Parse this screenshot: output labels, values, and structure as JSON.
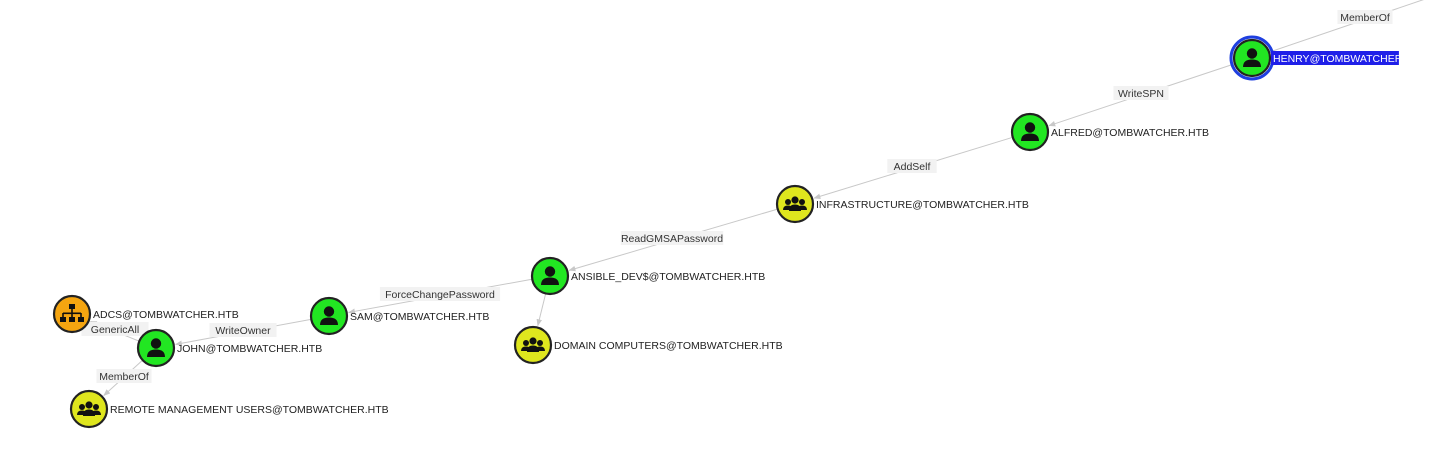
{
  "colors": {
    "user": "#22e622",
    "group": "#dfe61e",
    "ca": "#f5a510",
    "selected_ring": "#1f3fe0",
    "selected_label_bg": "#1f1fe8",
    "edge": "#c8c8c8"
  },
  "nodes": [
    {
      "id": "henry",
      "label": "HENRY@TOMBWATCHER.HTB",
      "kind": "user",
      "icon": "user-icon",
      "selected": true
    },
    {
      "id": "alfred",
      "label": "ALFRED@TOMBWATCHER.HTB",
      "kind": "user",
      "icon": "user-icon"
    },
    {
      "id": "infra",
      "label": "INFRASTRUCTURE@TOMBWATCHER.HTB",
      "kind": "group",
      "icon": "group-icon"
    },
    {
      "id": "ansible",
      "label": "ANSIBLE_DEV$@TOMBWATCHER.HTB",
      "kind": "user",
      "icon": "user-icon"
    },
    {
      "id": "domcomp",
      "label": "DOMAIN COMPUTERS@TOMBWATCHER.HTB",
      "kind": "group",
      "icon": "group-icon"
    },
    {
      "id": "sam",
      "label": "SAM@TOMBWATCHER.HTB",
      "kind": "user",
      "icon": "user-icon"
    },
    {
      "id": "john",
      "label": "JOHN@TOMBWATCHER.HTB",
      "kind": "user",
      "icon": "user-icon"
    },
    {
      "id": "adcs",
      "label": "ADCS@TOMBWATCHER.HTB",
      "kind": "ca",
      "icon": "org-chart-icon"
    },
    {
      "id": "remote",
      "label": "REMOTE MANAGEMENT USERS@TOMBWATCHER.HTB",
      "kind": "group",
      "icon": "group-icon"
    }
  ],
  "edges": [
    {
      "from": "henry",
      "to": "offscreen",
      "label": "MemberOf"
    },
    {
      "from": "henry",
      "to": "alfred",
      "label": "WriteSPN"
    },
    {
      "from": "alfred",
      "to": "infra",
      "label": "AddSelf"
    },
    {
      "from": "infra",
      "to": "ansible",
      "label": "ReadGMSAPassword"
    },
    {
      "from": "ansible",
      "to": "domcomp",
      "label": ""
    },
    {
      "from": "ansible",
      "to": "sam",
      "label": "ForceChangePassword"
    },
    {
      "from": "sam",
      "to": "john",
      "label": "WriteOwner"
    },
    {
      "from": "john",
      "to": "adcs",
      "label": "GenericAll"
    },
    {
      "from": "john",
      "to": "remote",
      "label": "MemberOf"
    }
  ]
}
